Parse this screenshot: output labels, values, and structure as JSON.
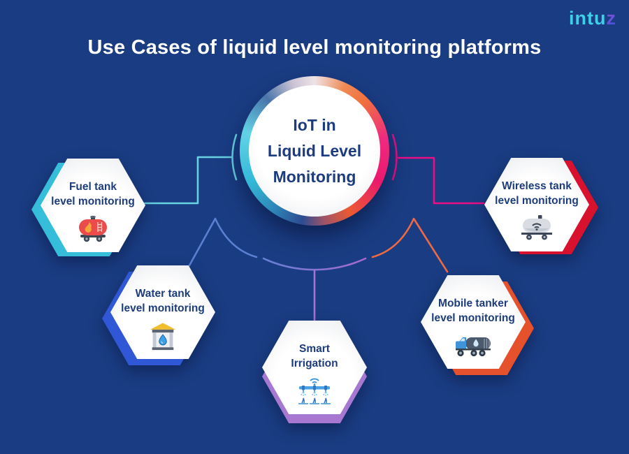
{
  "title": "Use Cases of liquid level monitoring platforms",
  "logo": {
    "brand_main": "intu",
    "brand_z": "z"
  },
  "center_node": {
    "lines": [
      "IoT in",
      "Liquid Level",
      "Monitoring"
    ]
  },
  "nodes": [
    {
      "id": "fuel-tank",
      "lines": [
        "Fuel tank",
        "level monitoring"
      ],
      "accent": "#35bdd9",
      "icon": "fuel-tanker-icon"
    },
    {
      "id": "water-tank",
      "lines": [
        "Water tank",
        "level monitoring"
      ],
      "accent": "#2f57d6",
      "icon": "water-tank-icon"
    },
    {
      "id": "smart-irrigation",
      "lines": [
        "Smart",
        "Irrigation"
      ],
      "accent": "#a678d2",
      "icon": "smart-irrigation-icon"
    },
    {
      "id": "mobile-tanker",
      "lines": [
        "Mobile tanker",
        "level monitoring"
      ],
      "accent": "#e4512c",
      "icon": "mobile-tanker-truck-icon"
    },
    {
      "id": "wireless-tank",
      "lines": [
        "Wireless tank",
        "level monitoring"
      ],
      "accent": "#d8112e",
      "icon": "wireless-tank-icon"
    }
  ],
  "connectors": {
    "fuel": "#66d2e2",
    "wireless": "#ec0e86",
    "water": "#5b80d2",
    "irrigation": "#a673d2",
    "mobile": "#ed6a45",
    "arc_left": "#6680d4",
    "arc_right": "#a668d0"
  },
  "colors": {
    "background": "#1a3c82",
    "heading_text": "#ffffff",
    "node_text": "#1d3c7c",
    "logo_cyan": "#3fcfe8"
  }
}
